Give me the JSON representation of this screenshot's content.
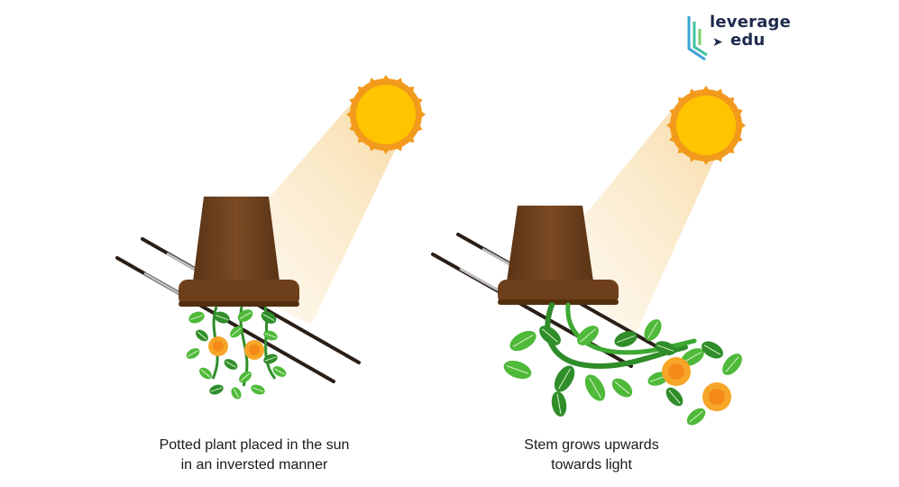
{
  "logo": {
    "line1": "leverage",
    "line2": "edu"
  },
  "panels": [
    {
      "caption_line1": "Potted plant placed in the sun",
      "caption_line2": "in an inversted manner"
    },
    {
      "caption_line1": "Stem grows upwards",
      "caption_line2": "towards light"
    }
  ],
  "colors": {
    "sun_core": "#ffc400",
    "sun_rays": "#f29a1c",
    "light_beam": "#fbe9c4",
    "pot": "#6e3f1b",
    "pot_dark": "#52300f",
    "stick": "#2b1e17",
    "leaf": "#4fb93a",
    "leaf_dark": "#2f8d2a",
    "flower": "#f7a628"
  }
}
